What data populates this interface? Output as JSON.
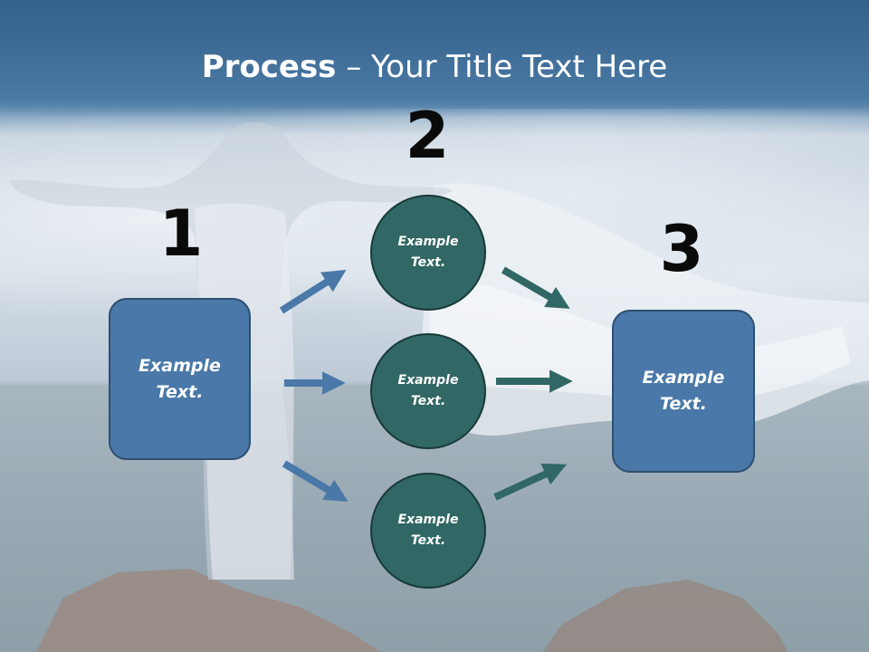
{
  "title": {
    "bold": "Process",
    "rest": " – Your Title Text Here"
  },
  "steps": {
    "one": "1",
    "two": "2",
    "three": "3"
  },
  "nodes": {
    "left_box": "Example Text.",
    "circle_top": "Example Text.",
    "circle_middle": "Example Text.",
    "circle_bottom": "Example Text.",
    "right_box": "Example Text."
  },
  "colors": {
    "box_fill": "#4a78a8",
    "circle_fill": "#316764",
    "arrow_blue": "#4a78a8",
    "arrow_teal": "#316764",
    "title_bar": "#3e6f99"
  }
}
